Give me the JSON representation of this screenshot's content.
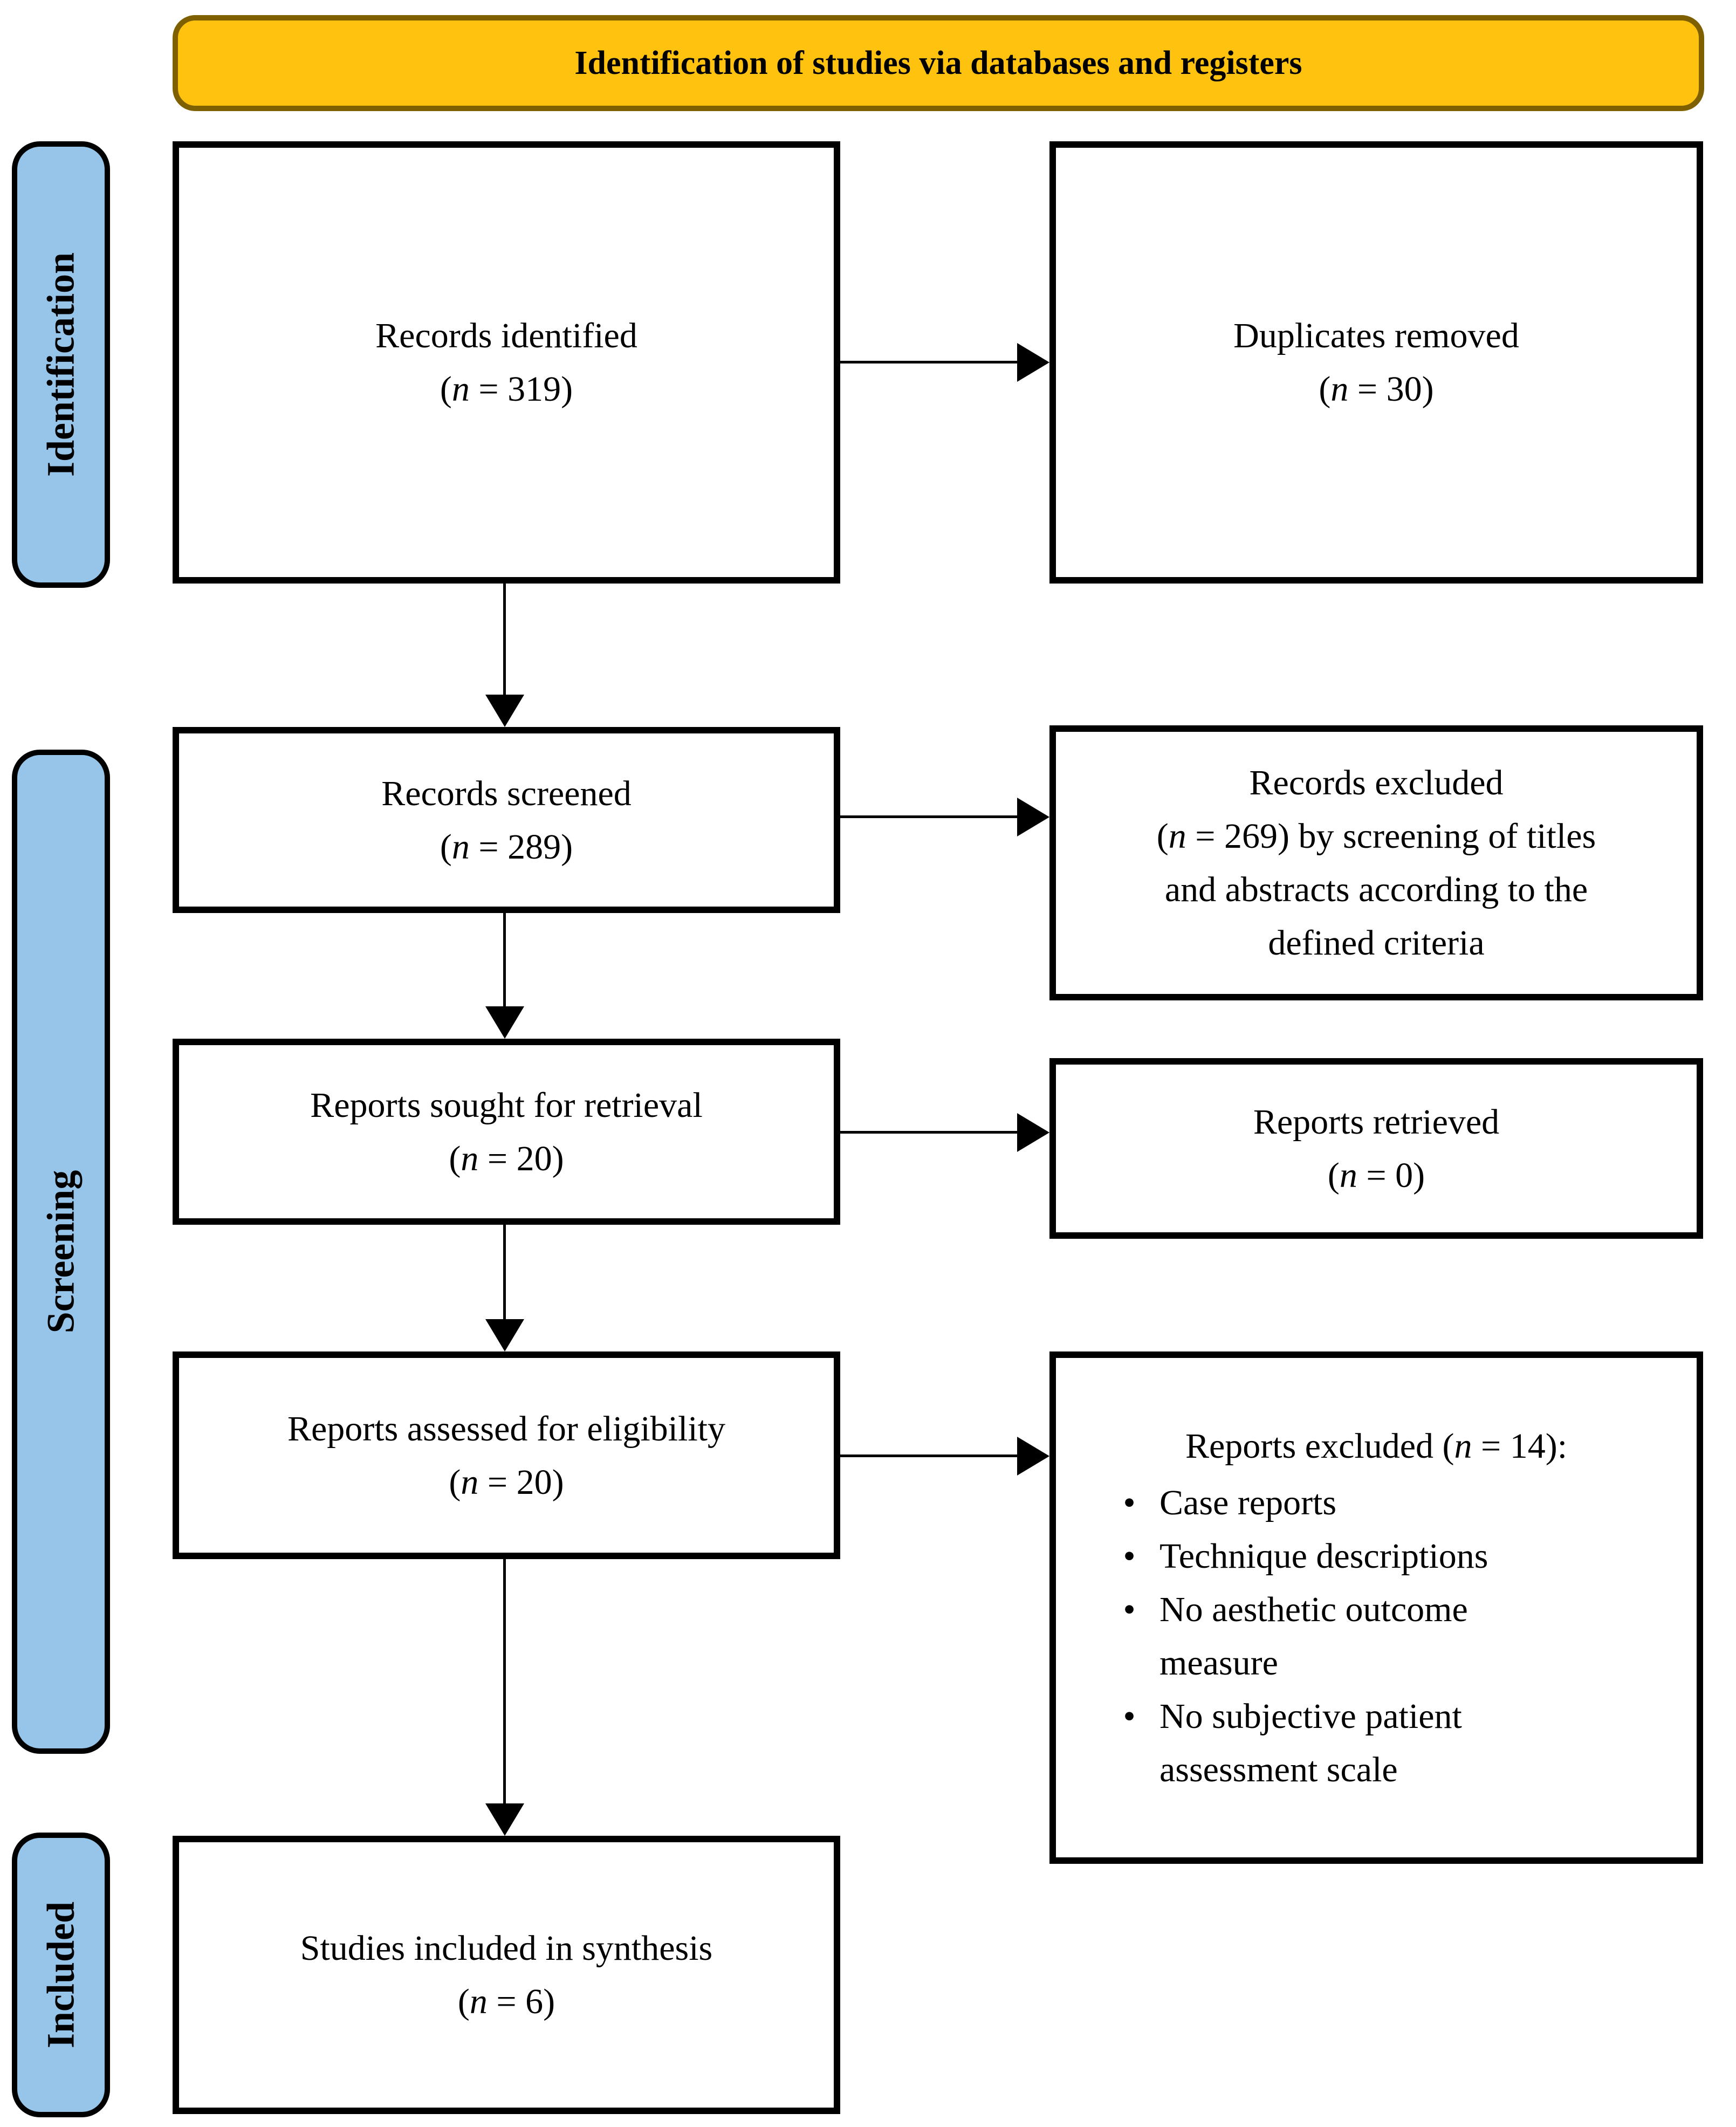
{
  "banner": {
    "title": "Identification of studies via databases and registers"
  },
  "stages": [
    {
      "label": "Identification"
    },
    {
      "label": "Screening"
    },
    {
      "label": "Included"
    }
  ],
  "glyphs": {
    "open": "(",
    "n": "n",
    "eq": " = ",
    "close": ")",
    "bullet": "•"
  },
  "colors": {
    "banner_fill": "#FFC20E",
    "banner_border": "#7F6000",
    "stage_fill": "#96C5E9",
    "stage_border": "#000000",
    "box_border": "#000000",
    "box_fill": "#FFFFFF",
    "text": "#000000"
  },
  "boxes": {
    "records_identified": {
      "title": "Records identified",
      "value": "319"
    },
    "duplicates_removed": {
      "title": "Duplicates removed",
      "value": "30"
    },
    "records_screened": {
      "title": "Records screened",
      "value": "289"
    },
    "records_excluded": {
      "title": "Records excluded",
      "value": "269",
      "after_value": " by screening of titles",
      "line3": "and abstracts according to the",
      "line4": "defined criteria"
    },
    "reports_sought": {
      "title": "Reports sought for retrieval",
      "value": "20"
    },
    "reports_retrieved": {
      "title": "Reports retrieved",
      "value": "0"
    },
    "reports_assessed": {
      "title": "Reports assessed for eligibility",
      "value": "20"
    },
    "reports_excluded": {
      "title_prefix": "Reports excluded ",
      "value": "14",
      "title_suffix": ":",
      "bullets": [
        [
          "Case reports"
        ],
        [
          "Technique descriptions"
        ],
        [
          "No aesthetic outcome",
          "measure"
        ],
        [
          "No subjective patient",
          "assessment scale"
        ]
      ]
    },
    "studies_included": {
      "title": "Studies included in synthesis",
      "value": "6"
    }
  }
}
